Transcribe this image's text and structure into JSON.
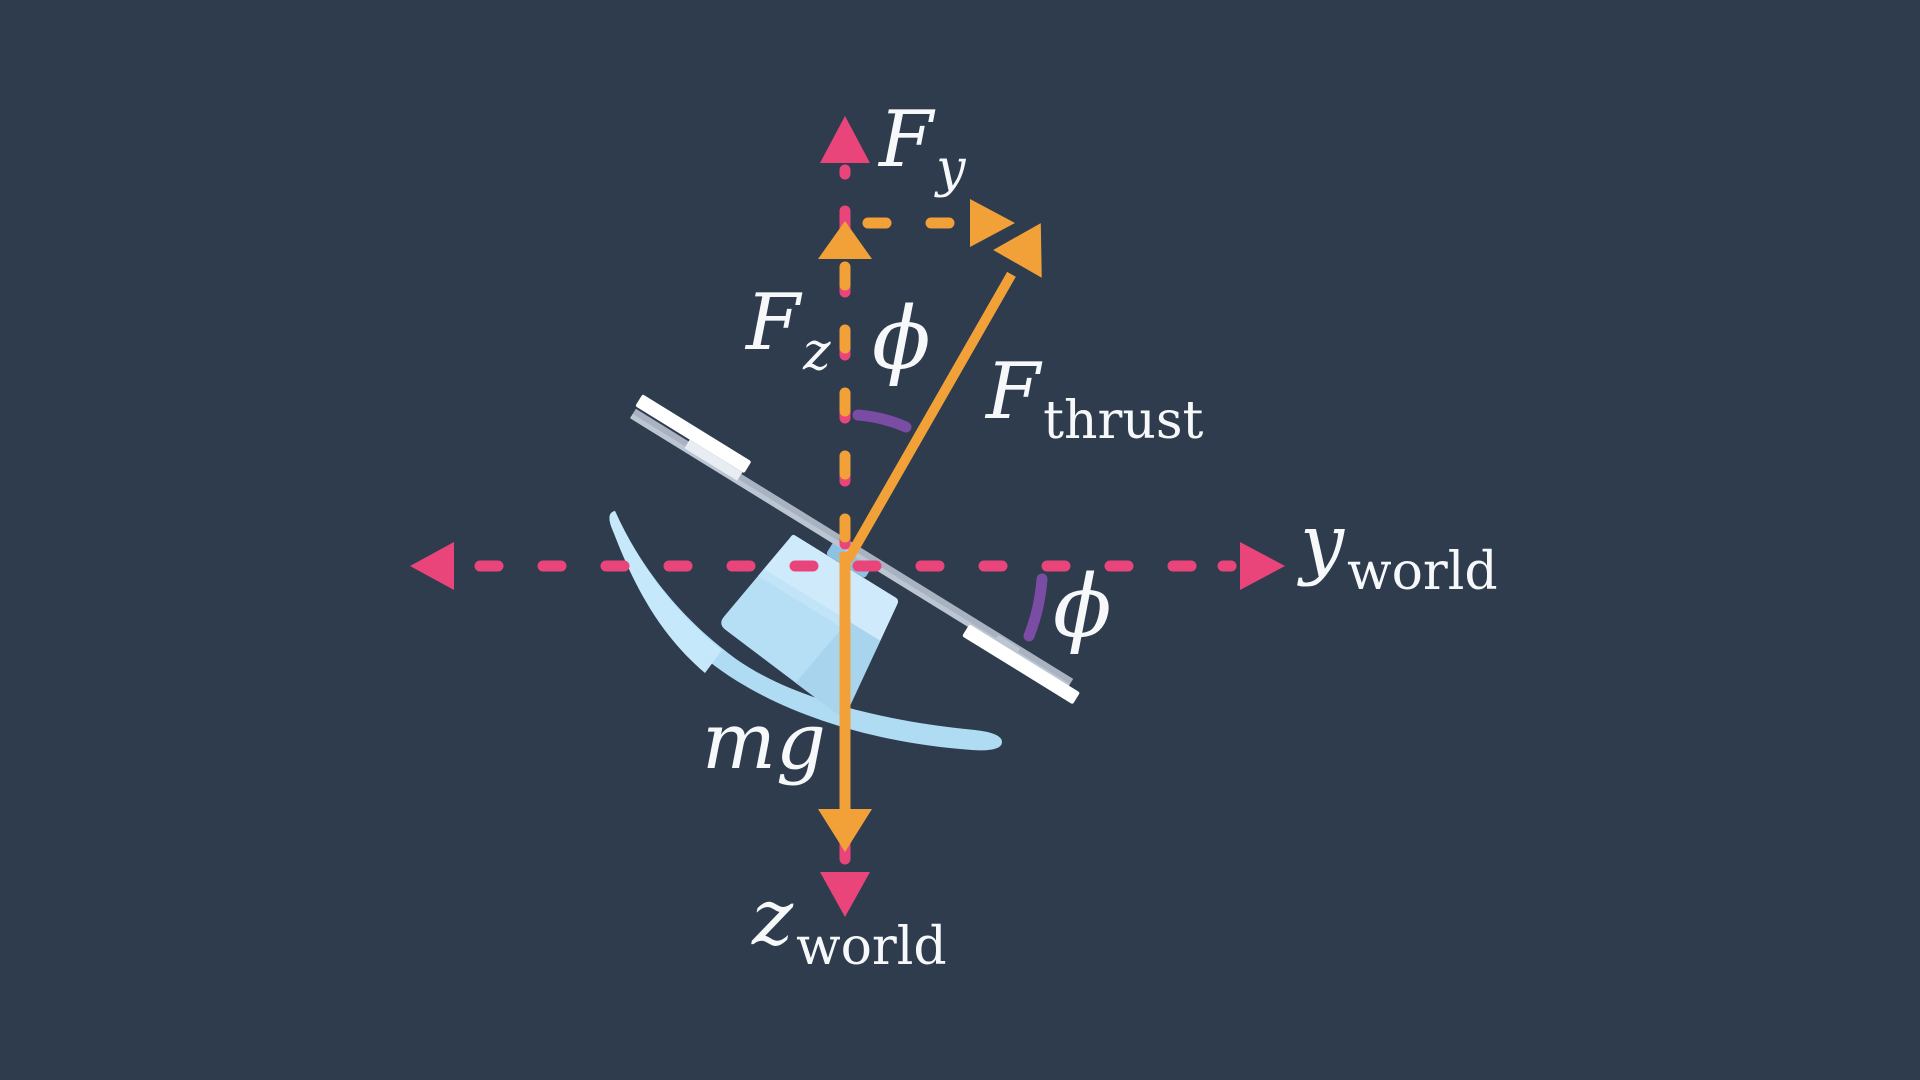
{
  "labels": {
    "f_y": {
      "main": "F",
      "sub": "y"
    },
    "f_z": {
      "main": "F",
      "sub": "z"
    },
    "phi_top": {
      "main": "ϕ"
    },
    "f_thrust": {
      "main": "F",
      "sub": "thrust"
    },
    "y_world": {
      "main": "y",
      "sub": "world"
    },
    "phi_right": {
      "main": "ϕ"
    },
    "mg": {
      "main": "mg"
    },
    "z_world": {
      "main": "z",
      "sub": "world"
    }
  },
  "colors": {
    "background": "#2e3c4e",
    "pink": "#e9457b",
    "orange": "#f2a139",
    "purple": "#7b4ca3",
    "text": "#f6f8fa",
    "drone": {
      "swoosh": "#b0dcf3",
      "swoosh_light": "#c5e8fa",
      "cabin": "#b6def4",
      "cabin_light": "#cfeafb",
      "cabin_mid": "#c2e4f8",
      "cabin_dark": "#a9d4ee",
      "hub": "#8ec2e2",
      "bar": "#a9b2c0",
      "bar_light": "#bcc5d2",
      "blade": "#ffffff",
      "grip": "#e7edf3"
    }
  }
}
